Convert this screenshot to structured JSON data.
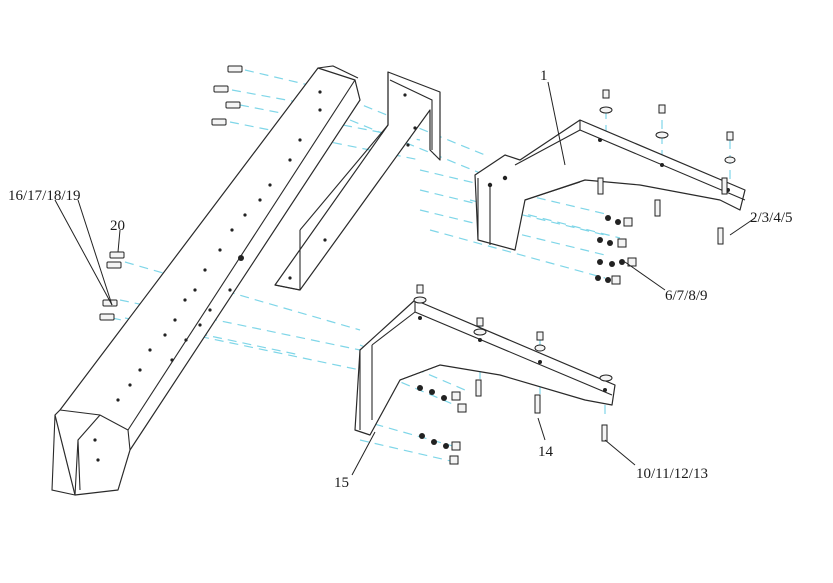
{
  "colors": {
    "background": "#ffffff",
    "line": "#2a2a2a",
    "alignment_dash": "#7fd6e8",
    "callout_text": "#1a1a1a"
  },
  "callouts": [
    {
      "id": "c1",
      "label": "1"
    },
    {
      "id": "c2",
      "label": "2/3/4/5"
    },
    {
      "id": "c6",
      "label": "6/7/8/9"
    },
    {
      "id": "c10",
      "label": "10/11/12/13"
    },
    {
      "id": "c14",
      "label": "14"
    },
    {
      "id": "c15",
      "label": "15"
    },
    {
      "id": "c16",
      "label": "16/17/18/19"
    },
    {
      "id": "c20",
      "label": "20"
    }
  ]
}
